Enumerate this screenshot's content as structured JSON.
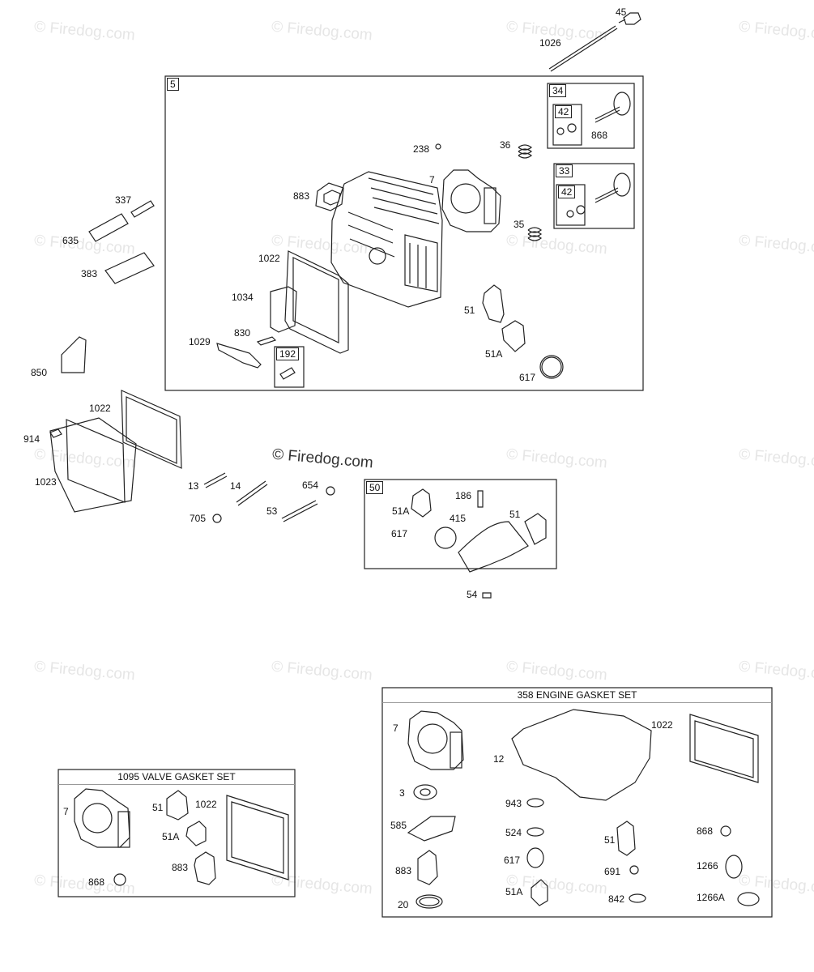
{
  "watermark": {
    "text": "© Firedog.com"
  },
  "boxes": {
    "cylinder_head": "5",
    "exhaust_valve": "34",
    "exhaust_valve_keeper": "42",
    "intake_valve": "33",
    "intake_valve_keeper": "42",
    "breather": "192",
    "intake_manifold": "50"
  },
  "kits": {
    "valve_gasket_set": "1095 VALVE GASKET SET",
    "engine_gasket_set": "358 ENGINE GASKET SET"
  },
  "labels": {
    "p45": "45",
    "p1026": "1026",
    "p868a": "868",
    "p238": "238",
    "p36": "36",
    "p7a": "7",
    "p883a": "883",
    "p35": "35",
    "p337": "337",
    "p635": "635",
    "p383": "383",
    "p1022a": "1022",
    "p1034": "1034",
    "p830": "830",
    "p1029": "1029",
    "p51a": "51",
    "p51Aa": "51A",
    "p617a": "617",
    "p850": "850",
    "p1022b": "1022",
    "p914": "914",
    "p1023": "1023",
    "p13": "13",
    "p14": "14",
    "p654": "654",
    "p705": "705",
    "p53": "53",
    "p186": "186",
    "p51Ab": "51A",
    "p415": "415",
    "p51b": "51",
    "p617b": "617",
    "p54": "54",
    "k1_7": "7",
    "k1_51": "51",
    "k1_1022": "1022",
    "k1_51A": "51A",
    "k1_883": "883",
    "k1_868": "868",
    "k2_7": "7",
    "k2_12": "12",
    "k2_1022": "1022",
    "k2_3": "3",
    "k2_943": "943",
    "k2_585": "585",
    "k2_524": "524",
    "k2_51": "51",
    "k2_868": "868",
    "k2_617": "617",
    "k2_883": "883",
    "k2_691": "691",
    "k2_1266": "1266",
    "k2_20": "20",
    "k2_51A": "51A",
    "k2_842": "842",
    "k2_1266A": "1266A"
  }
}
